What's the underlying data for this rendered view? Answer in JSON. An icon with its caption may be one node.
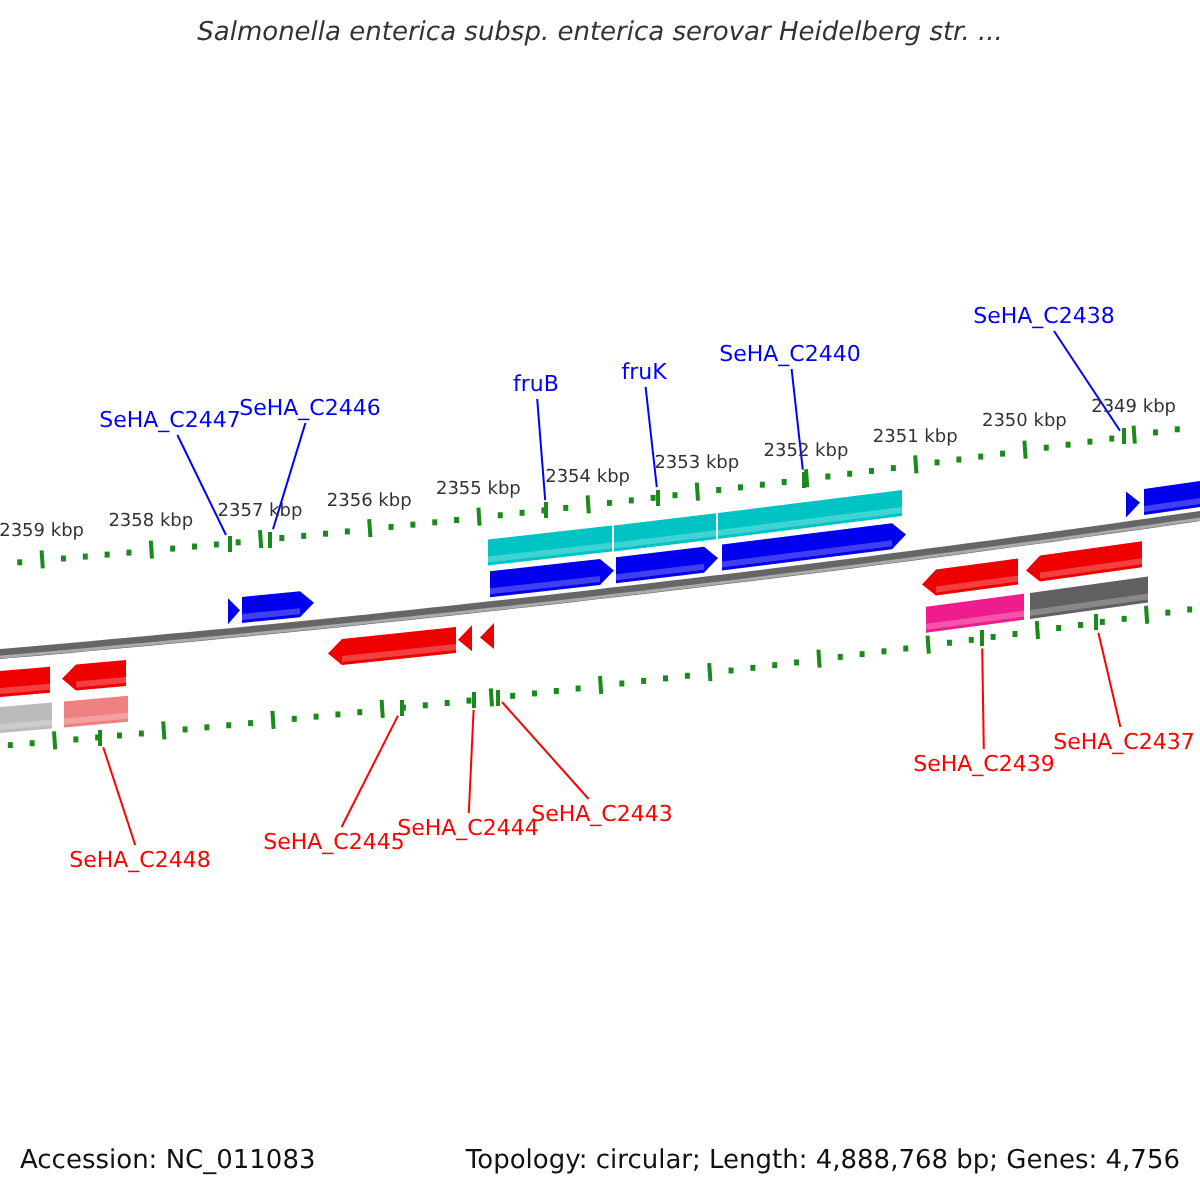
{
  "diagram": {
    "title": "Salmonella enterica subsp. enterica serovar Heidelberg str. ...",
    "nodes": [
      {
        "text": [
          "SeHA_C2447"
        ]
      },
      {
        "text": [
          "SeHA_C2446"
        ]
      },
      {
        "text": [
          "fruB"
        ]
      },
      {
        "text": [
          "fruK"
        ]
      },
      {
        "text": [
          "SeHA_C2440"
        ]
      },
      {
        "text": [
          "SeHA_C2438"
        ]
      },
      {
        "text": [
          "SeHA_C2448"
        ]
      },
      {
        "text": [
          "SeHA_C2445"
        ]
      },
      {
        "text": [
          "SeHA_C2444"
        ]
      },
      {
        "text": [
          "SeHA_C2443"
        ]
      },
      {
        "text": [
          "SeHA_C2439"
        ]
      },
      {
        "text": [
          "SeHA_C2437"
        ]
      },
      {
        "text": [],
        "shape": "tick"
      },
      {
        "text": [],
        "shape": "tick"
      },
      {
        "text": [],
        "shape": "tick"
      },
      {
        "text": [],
        "shape": "tick"
      },
      {
        "text": [],
        "shape": "tick"
      },
      {
        "text": [],
        "shape": "tick"
      },
      {
        "text": [],
        "shape": "tick"
      },
      {
        "text": [],
        "shape": "tick"
      },
      {
        "text": [],
        "shape": "tick"
      },
      {
        "text": [],
        "shape": "tick"
      },
      {
        "text": [],
        "shape": "tick"
      },
      {
        "text": [],
        "shape": "tick"
      }
    ],
    "edges": [
      {
        "from": 0,
        "to": 13,
        "arrow": "none"
      },
      {
        "from": 1,
        "to": 14,
        "arrow": "none"
      },
      {
        "from": 2,
        "to": 18,
        "arrow": "none"
      },
      {
        "from": 3,
        "to": 19,
        "arrow": "none"
      },
      {
        "from": 4,
        "to": 20,
        "arrow": "none"
      },
      {
        "from": 5,
        "to": 23,
        "arrow": "none"
      },
      {
        "from": 6,
        "to": 12,
        "arrow": "none",
        "color": "#ff0000"
      },
      {
        "from": 7,
        "to": 15,
        "arrow": "none",
        "color": "#ff0000"
      },
      {
        "from": 8,
        "to": 16,
        "arrow": "none",
        "color": "#ff0000"
      },
      {
        "from": 9,
        "to": 17,
        "arrow": "none",
        "color": "#ff0000"
      },
      {
        "from": 10,
        "to": 21,
        "arrow": "none",
        "color": "#ff0000"
      },
      {
        "from": 11,
        "to": 22,
        "arrow": "none",
        "color": "#ff0000"
      }
    ],
    "labels": [
      "2359 kbp",
      "2358 kbp",
      "2357 kbp",
      "2356 kbp",
      "2355 kbp",
      "2354 kbp",
      "2353 kbp",
      "2352 kbp",
      "2351 kbp",
      "2350 kbp",
      "2349 kbp",
      "Accession: NC_011083",
      "Topology: circular; Length: 4,888,768 bp; Genes: 4,756"
    ]
  }
}
